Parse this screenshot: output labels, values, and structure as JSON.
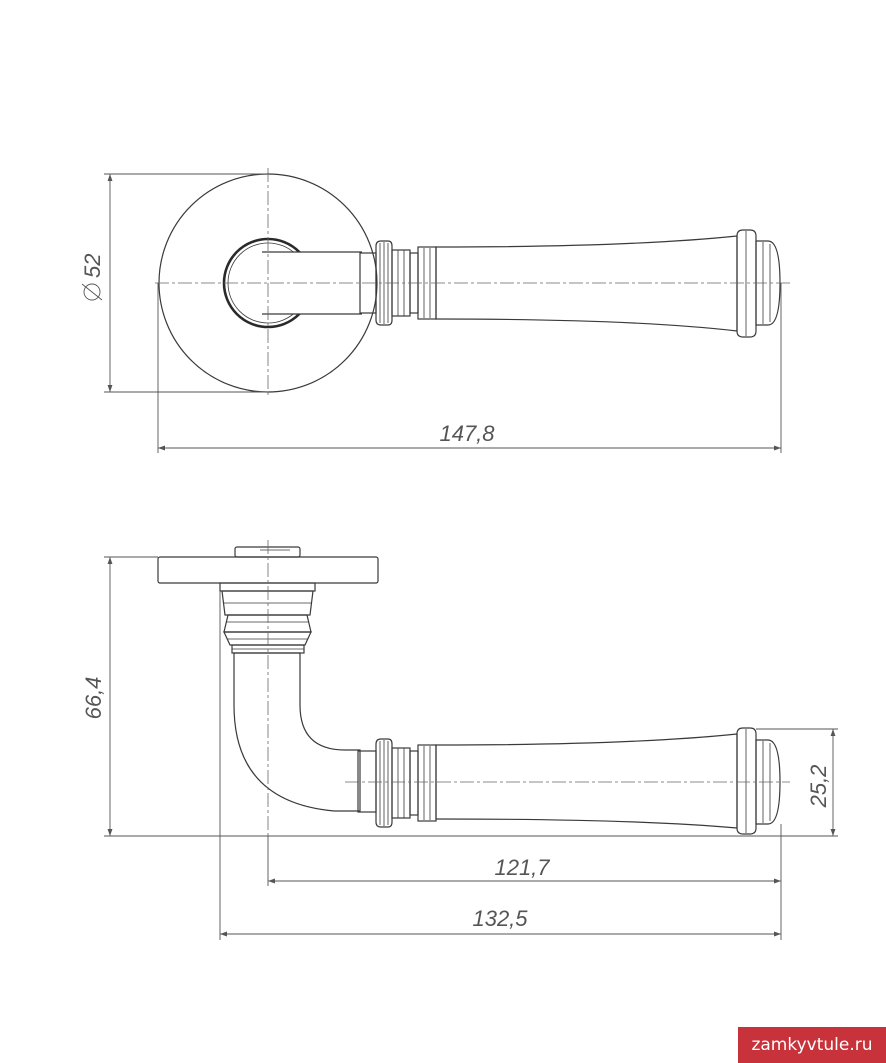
{
  "dimensions": {
    "rose_diameter": "52",
    "overall_length_top": "147,8",
    "height": "66,4",
    "handle_thickness": "25,2",
    "lever_length": "121,7",
    "overall_length_bottom": "132,5"
  },
  "watermark": "zamkyvtule.ru",
  "colors": {
    "line": "#3a3a3a",
    "dimension": "#555555",
    "watermark_bg": "#c8323a"
  }
}
